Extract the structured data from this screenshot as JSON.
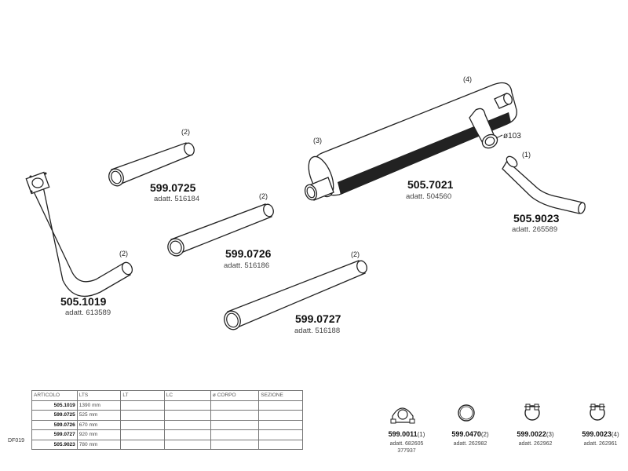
{
  "parts": [
    {
      "code": "599.0725",
      "adatt": "adatt. 516184",
      "qty": "(2)"
    },
    {
      "code": "599.0726",
      "adatt": "adatt. 516186",
      "qty": "(2)"
    },
    {
      "code": "599.0727",
      "adatt": "adatt. 516188",
      "qty": "(2)"
    },
    {
      "code": "505.1019",
      "adatt": "adatt. 613589",
      "qty": "(2)"
    },
    {
      "code": "505.7021",
      "adatt": "adatt. 504560",
      "qty_left": "(3)",
      "qty_top": "(4)",
      "diameter": "ø103"
    },
    {
      "code": "505.9023",
      "adatt": "adatt. 265589",
      "qty": "(1)"
    }
  ],
  "table": {
    "headers": [
      "ARTICOLO",
      "LTS",
      "LT",
      "LC",
      "ø CORPO",
      "SEZIONE"
    ],
    "rows": [
      {
        "articolo": "505.1019",
        "lts": "1390 mm"
      },
      {
        "articolo": "599.0725",
        "lts": "525 mm"
      },
      {
        "articolo": "599.0726",
        "lts": "670 mm"
      },
      {
        "articolo": "599.0727",
        "lts": "920 mm"
      },
      {
        "articolo": "505.9023",
        "lts": "780 mm"
      }
    ],
    "side_code": "DF019"
  },
  "accessories": [
    {
      "code": "599.0011",
      "qty": "(1)",
      "adatt": [
        "adatt. 682605",
        "377937"
      ],
      "icon": "flange-clamp-icon"
    },
    {
      "code": "599.0470",
      "qty": "(2)",
      "adatt": [
        "adatt. 262982"
      ],
      "icon": "gasket-ring-icon"
    },
    {
      "code": "599.0022",
      "qty": "(3)",
      "adatt": [
        "adatt. 262962"
      ],
      "icon": "pipe-clamp-icon"
    },
    {
      "code": "599.0023",
      "qty": "(4)",
      "adatt": [
        "adatt. 262961"
      ],
      "icon": "pipe-clamp-icon"
    }
  ]
}
